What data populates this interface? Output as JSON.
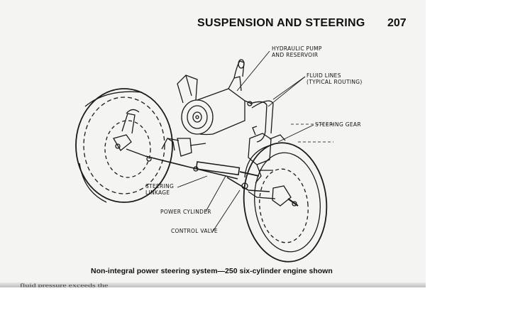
{
  "header": {
    "title": "SUSPENSION AND STEERING",
    "page_number": "207"
  },
  "callouts": {
    "hydraulic_pump_line1": "HYDRAULIC PUMP",
    "hydraulic_pump_line2": "AND RESERVOIR",
    "fluid_lines_line1": "FLUID LINES",
    "fluid_lines_line2": "(TYPICAL ROUTING)",
    "steering_gear": "STEERING GEAR",
    "steering_linkage_line1": "STEERING",
    "steering_linkage_line2": "LINKAGE",
    "power_cylinder": "POWER CYLINDER",
    "control_valve": "CONTROL VALVE"
  },
  "caption": "Non-integral power steering system—250 six-cylinder engine shown",
  "bottom_text": "fluid pressure exceeds the"
}
